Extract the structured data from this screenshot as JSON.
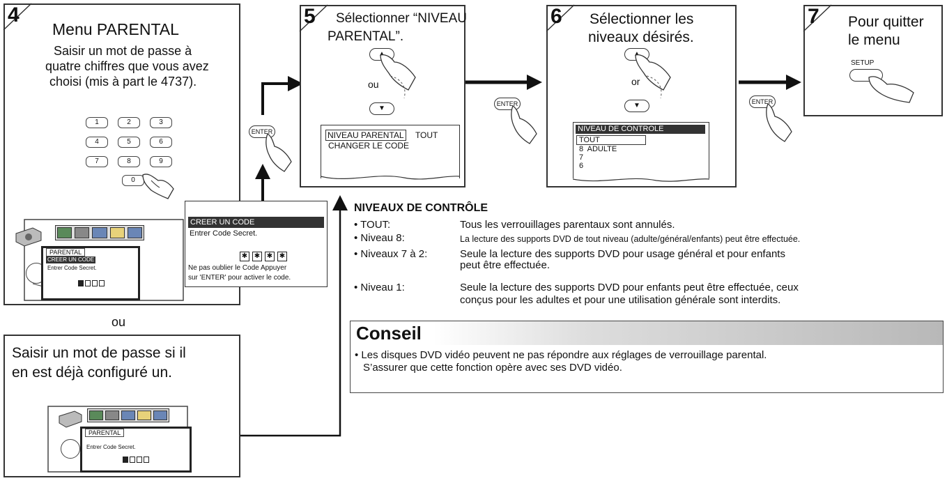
{
  "step4": {
    "number": "4",
    "title": "Menu PARENTAL",
    "text_lines": [
      "Saisir un mot de passe à",
      "quatre chiffres que vous avez",
      "choisi (mis à part le 4737)."
    ],
    "keypad": [
      "1",
      "2",
      "3",
      "4",
      "5",
      "6",
      "7",
      "8",
      "9",
      "0"
    ],
    "tv_menu_tab": "PARENTAL",
    "tv_menu_highlight": "CREER UN CODE",
    "tv_menu_line": "Entrer Code Secret.",
    "zoom_highlight": "CREER UN CODE",
    "zoom_line1": "Entrer Code Secret.",
    "zoom_warning_line1": "Ne pas oublier le Code Appuyer",
    "zoom_warning_line2": "sur 'ENTER' pour activer le code."
  },
  "or_label": "ou",
  "alt": {
    "text_lines": [
      "Saisir un mot de passe si il",
      "en est déjà configuré un."
    ],
    "tv_menu_tab": "PARENTAL",
    "tv_menu_line": "Entrer Code Secret."
  },
  "step5": {
    "number": "5",
    "text_lines": [
      "Sélectionner “NIVEAU",
      "PARENTAL”."
    ],
    "up": "▲",
    "down": "▼",
    "or_word": "ou",
    "menu_item1": "NIVEAU PARENTAL",
    "menu_value1": "TOUT",
    "menu_item2": "CHANGER LE CODE"
  },
  "step6": {
    "number": "6",
    "text_lines": [
      "Sélectionner les",
      "niveaux désirés."
    ],
    "up": "▲",
    "down": "▼",
    "or_word": "or",
    "menu_header": "NIVEAU DE CONTROLE",
    "menu_selected": "TOUT",
    "menu_line1": "8  ADULTE",
    "menu_line2": "7",
    "menu_line3": "6"
  },
  "step7": {
    "number": "7",
    "text_lines": [
      "Pour quitter",
      "le menu"
    ],
    "button": "SETUP"
  },
  "enter_label": "ENTER",
  "levels": {
    "heading": "NIVEAUX DE CONTRÔLE",
    "rows": [
      {
        "key": "• TOUT:",
        "lines": [
          "Tous les verrouillages parentaux sont annulés."
        ]
      },
      {
        "key": "• Niveau 8:",
        "lines": [
          "La lecture des supports DVD de tout niveau (adulte/général/enfants) peut être effectuée."
        ]
      },
      {
        "key": "• Niveaux 7 à 2:",
        "lines": [
          "Seule la lecture des supports DVD pour usage général et pour enfants",
          "peut être effectuée."
        ]
      },
      {
        "key": "• Niveau 1:",
        "lines": [
          "Seule la lecture des supports DVD pour enfants peut être effectuée, ceux",
          "conçus pour les adultes et pour une utilisation générale sont interdits."
        ]
      }
    ]
  },
  "tip": {
    "title": "Conseil",
    "lines": [
      "• Les disques DVD vidéo peuvent ne pas répondre aux réglages de verrouillage parental.",
      "S’assurer que cette fonction opère avec ses DVD vidéo."
    ]
  }
}
